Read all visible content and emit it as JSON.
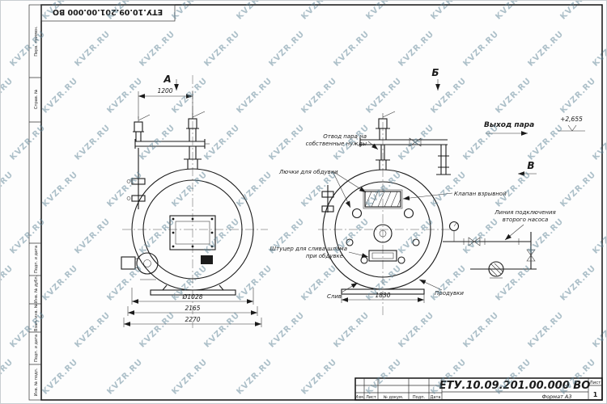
{
  "watermark": {
    "text": "KVZR.RU"
  },
  "corner_stamp": {
    "doc_number": "ЕТУ.10.09.201.00.000  ВО"
  },
  "margin_labels": {
    "perv_primen": "Перв. примен.",
    "sprav_no": "Справ. №",
    "podp_data_1": "Подп. и дата",
    "inv_dubl": "Инв. № дубл.",
    "vzam_inv": "Взам. инв. №",
    "podp_data_2": "Подп. и дата",
    "inv_podl": "Инв. № подл."
  },
  "views": {
    "a_label": "А",
    "b_label": "Б",
    "v_label": "В"
  },
  "dimensions": {
    "top_width": "1200",
    "shell_diameter": "Ø1028",
    "length_inner": "2165",
    "length_overall": "2270",
    "base_width": "1830"
  },
  "annotations": {
    "steam_outlet": "Выход пара",
    "elevation_mark": "+2,655",
    "steam_own_needs_1": "Отвод пара на",
    "steam_own_needs_2": "собственные нужды",
    "blow_hatches": "Лючки для обдувки",
    "explosion_valve": "Клапан взрывной",
    "second_pump_1": "Линия подключения",
    "second_pump_2": "второго насоса",
    "sludge_drain_1": "Штуцер для слива шлама",
    "sludge_drain_2": "при обдувке",
    "drain": "Слив",
    "blowdown": "Продувки"
  },
  "title_block": {
    "doc_number": "ЕТУ.10.09.201.00.000  ВО",
    "col_izm": "Изм.",
    "col_list": "Лист",
    "col_doc": "№ докум.",
    "col_podp": "Подп.",
    "col_data": "Дата",
    "sheet_label": "Лист",
    "sheet_value": "1",
    "format_label": "Формат А3"
  }
}
